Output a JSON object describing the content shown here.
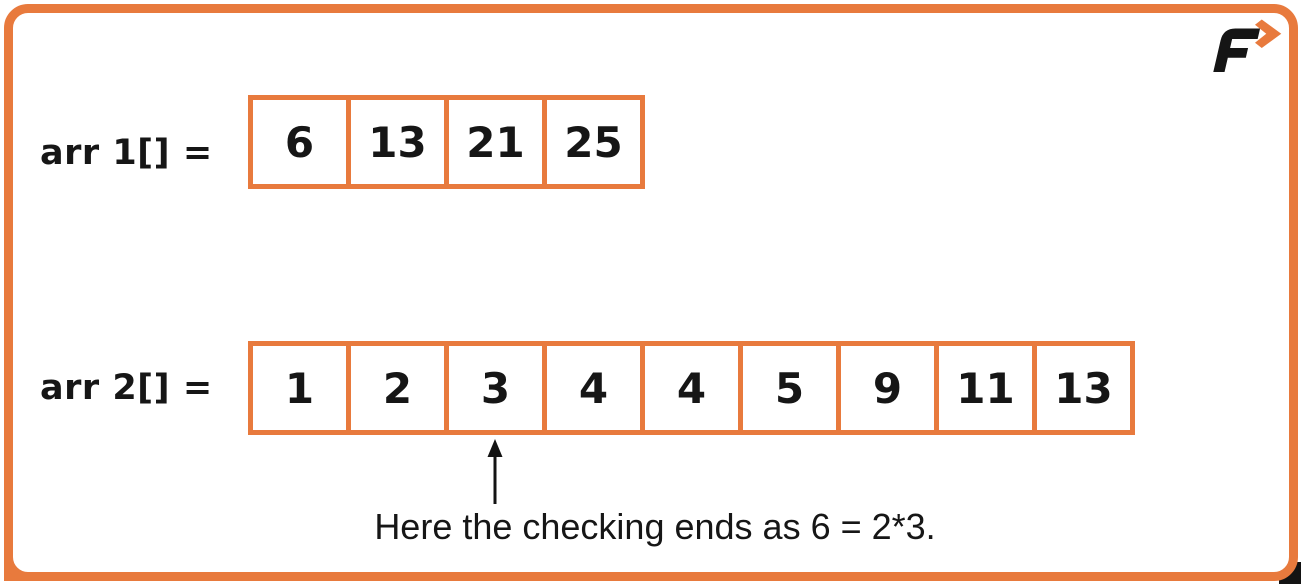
{
  "colors": {
    "accent_orange": "#E87A3D",
    "ink_black": "#161616"
  },
  "logo": {
    "letter": "F"
  },
  "arrays": [
    {
      "label": "arr 1[] =",
      "values": [
        "6",
        "13",
        "21",
        "25"
      ]
    },
    {
      "label": "arr 2[] =",
      "values": [
        "1",
        "2",
        "3",
        "4",
        "4",
        "5",
        "9",
        "11",
        "13"
      ]
    }
  ],
  "annotation": {
    "caption": "Here the checking ends as 6 = 2*3.",
    "points_to_value": "3",
    "points_to_index": 2
  }
}
